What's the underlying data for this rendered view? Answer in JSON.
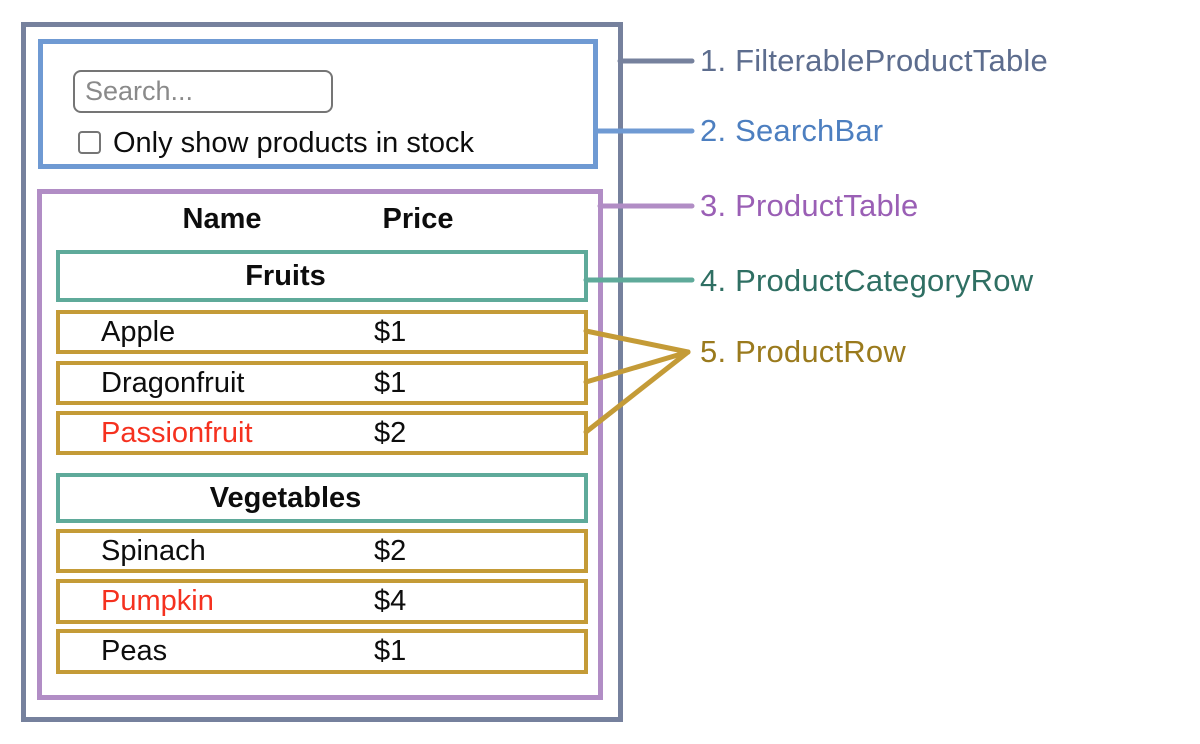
{
  "colors": {
    "slate": "#76819d",
    "slate-text": "#5d6d8e",
    "blue": "#6f9ad3",
    "blue-text": "#4d7fc0",
    "purple": "#b18dc5",
    "purple-text": "#9a5fb5",
    "teal": "#5faa9a",
    "teal-text": "#2f6f63",
    "gold": "#c49b37",
    "gold-text": "#9a7a1d",
    "red": "#f5311f",
    "input-border": "#757575",
    "placeholder": "#8a8a8a",
    "text": "#0d0d0d"
  },
  "search_bar": {
    "placeholder": "Search...",
    "checkbox_label": "Only show products in stock",
    "checkbox_checked": false
  },
  "table": {
    "headers": {
      "name": "Name",
      "price": "Price"
    },
    "sections": [
      {
        "category": "Fruits",
        "rows": [
          {
            "name": "Apple",
            "price": "$1",
            "red": false
          },
          {
            "name": "Dragonfruit",
            "price": "$1",
            "red": false
          },
          {
            "name": "Passionfruit",
            "price": "$2",
            "red": true
          }
        ]
      },
      {
        "category": "Vegetables",
        "rows": [
          {
            "name": "Spinach",
            "price": "$2",
            "red": false
          },
          {
            "name": "Pumpkin",
            "price": "$4",
            "red": true
          },
          {
            "name": "Peas",
            "price": "$1",
            "red": false
          }
        ]
      }
    ]
  },
  "annotations": [
    {
      "text": "1. FilterableProductTable"
    },
    {
      "text": "2. SearchBar"
    },
    {
      "text": "3. ProductTable"
    },
    {
      "text": "4. ProductCategoryRow"
    },
    {
      "text": "5. ProductRow"
    }
  ]
}
